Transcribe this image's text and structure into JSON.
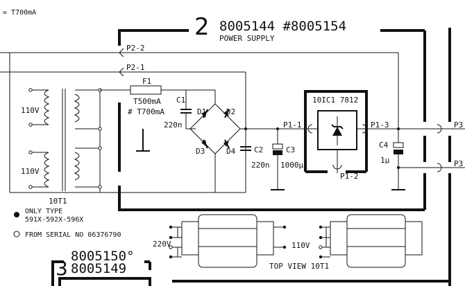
{
  "top_fuse_note": "= T700mA",
  "board": {
    "number": "2",
    "part_numbers": "8005144  #8005154",
    "title": "POWER SUPPLY"
  },
  "plugs": {
    "p2_2": "P2-2",
    "p2_1": "P2-1",
    "p1_1": "P1-1",
    "p1_2": "P1-2",
    "p1_3": "P1-3",
    "p3_a": "P3",
    "p3_b": "P3"
  },
  "fuse": {
    "ref": "F1",
    "rating": "T500mA",
    "alt_rating": "# T700mA"
  },
  "transformer": {
    "voltage_top": "110V",
    "voltage_bottom": "110V",
    "ref": "10T1"
  },
  "capacitor_c1": {
    "ref": "C1",
    "value": "220n"
  },
  "bridge": {
    "d1": "D1",
    "d2": "D2",
    "d3": "D3",
    "d4": "D4"
  },
  "capacitor_c2": {
    "ref": "C2",
    "value": "220n"
  },
  "capacitor_c3": {
    "ref": "C3",
    "value": "1000μ"
  },
  "regulator": {
    "label": "10IC1 7812"
  },
  "capacitor_c4": {
    "ref": "C4",
    "value": "1μ"
  },
  "notes": {
    "only_type": "ONLY TYPE",
    "types": "591X-592X-596X",
    "from_serial": "FROM SERIAL NO 06376790"
  },
  "bottom_board": {
    "number": "3",
    "part_a": "8005150°",
    "part_b": "8005149"
  },
  "top_view": {
    "left_voltage": "220V",
    "right_voltage": "110V",
    "caption": "TOP VIEW 10T1"
  }
}
